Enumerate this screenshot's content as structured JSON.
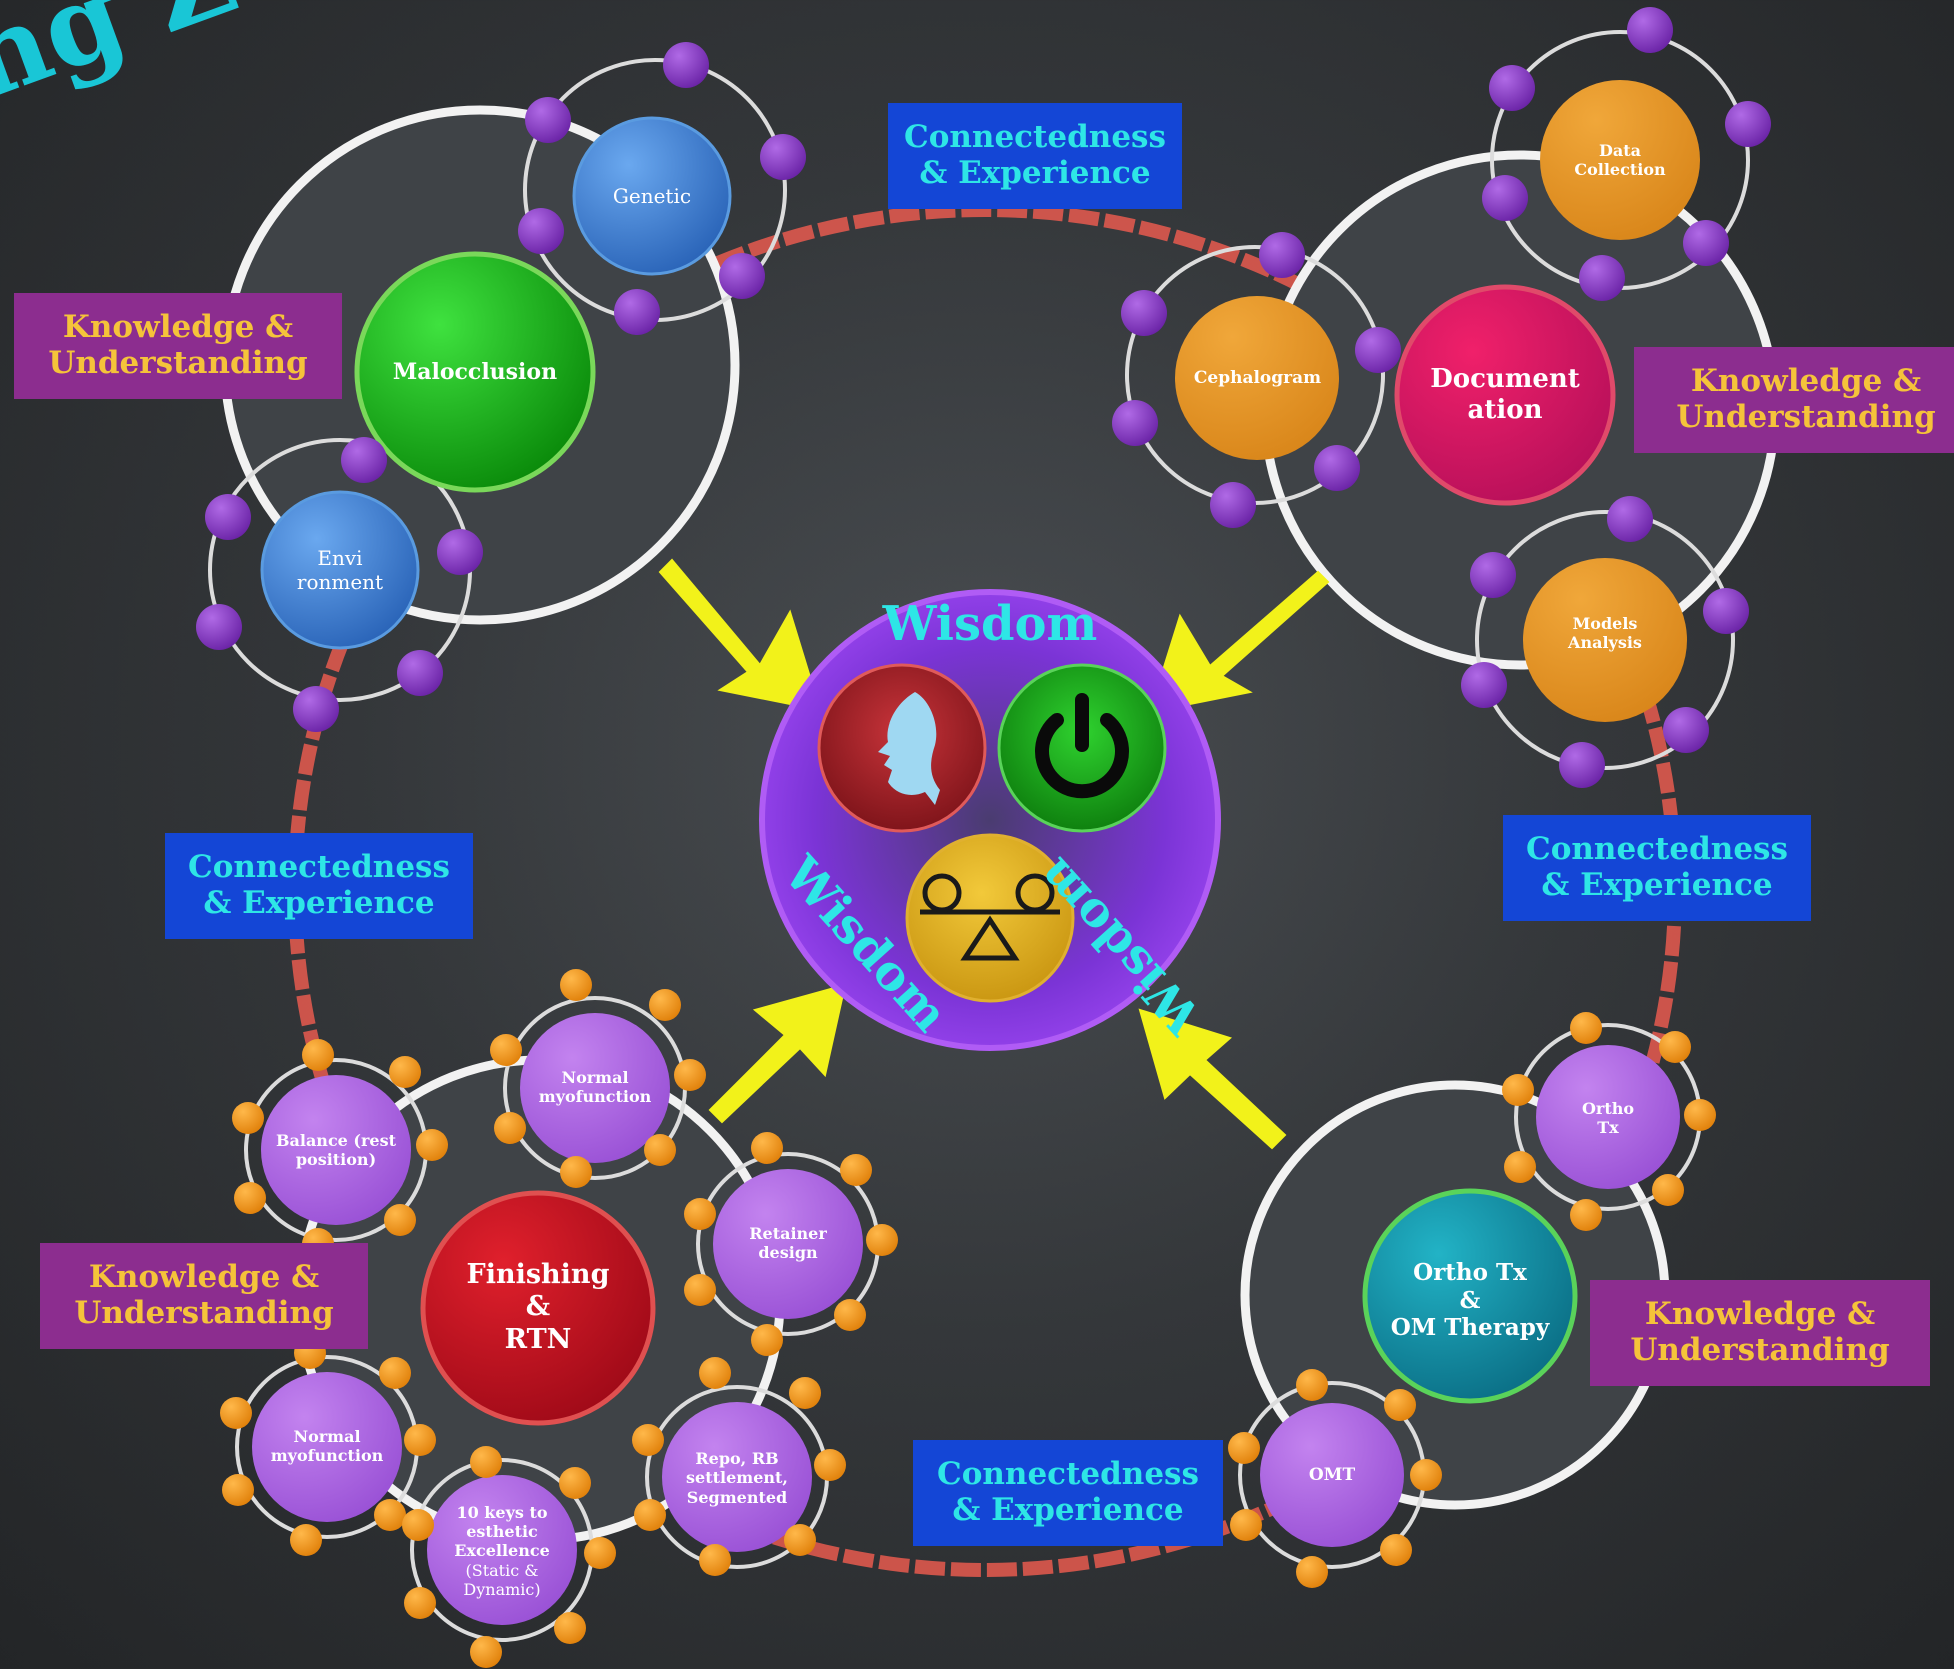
{
  "corner_title": "ng Zo",
  "center": {
    "top_word": "Wisdom",
    "left_word": "Wisdom",
    "right_word": "Wisdom",
    "icons": [
      "face-profile-icon",
      "power-icon",
      "balance-scale-icon"
    ]
  },
  "labels": {
    "ku": [
      {
        "line1": "Knowledge &",
        "line2": "Understanding"
      },
      {
        "line1": "Knowledge &",
        "line2": "Understanding"
      },
      {
        "line1": "Knowledge &",
        "line2": "Understanding"
      },
      {
        "line1": "Knowledge &",
        "line2": "Understanding"
      }
    ],
    "ce": [
      {
        "line1": "Connectedness",
        "line2": "& Experience"
      },
      {
        "line1": "Connectedness",
        "line2": "& Experience"
      },
      {
        "line1": "Connectedness",
        "line2": "& Experience"
      },
      {
        "line1": "Connectedness",
        "line2": "& Experience"
      }
    ]
  },
  "clusters": {
    "top_left": {
      "main": "Malocclusion",
      "genetic": "Genetic",
      "environment": [
        "Envi",
        "ronment"
      ]
    },
    "top_right": {
      "main": [
        "Document",
        "ation"
      ],
      "data": [
        "Data",
        "Collection"
      ],
      "ceph": "Cephalogram",
      "models": [
        "Models",
        "Analysis"
      ]
    },
    "bottom_left": {
      "main": [
        "Finishing",
        "&",
        "RTN"
      ],
      "balance": [
        "Balance (rest",
        "position)"
      ],
      "normal_top": [
        "Normal",
        "myofunction"
      ],
      "retainer": [
        "Retainer",
        "design"
      ],
      "normal_bottom": [
        "Normal",
        "myofunction"
      ],
      "keys": [
        "10 keys to",
        "esthetic",
        "Excellence",
        "(Static &",
        "Dynamic)"
      ],
      "repo": [
        "Repo, RB",
        "settlement,",
        "Segmented"
      ]
    },
    "bottom_right": {
      "main": [
        "Ortho Tx",
        "&",
        "OM Therapy"
      ],
      "ortho": [
        "Ortho",
        "Tx"
      ],
      "omt": "OMT"
    }
  },
  "colors": {
    "wisdom_text": "#2ee6e6",
    "ku_bg": "#8c2d8f",
    "ku_text": "#f5c33a",
    "ce_bg": "#1446d6",
    "ce_text": "#2ee6e6",
    "purple_dot": "#8b3fc9",
    "orange_dot": "#f29a1a",
    "arrow": "#f2f21a",
    "ring_line": "#e85a4f"
  }
}
